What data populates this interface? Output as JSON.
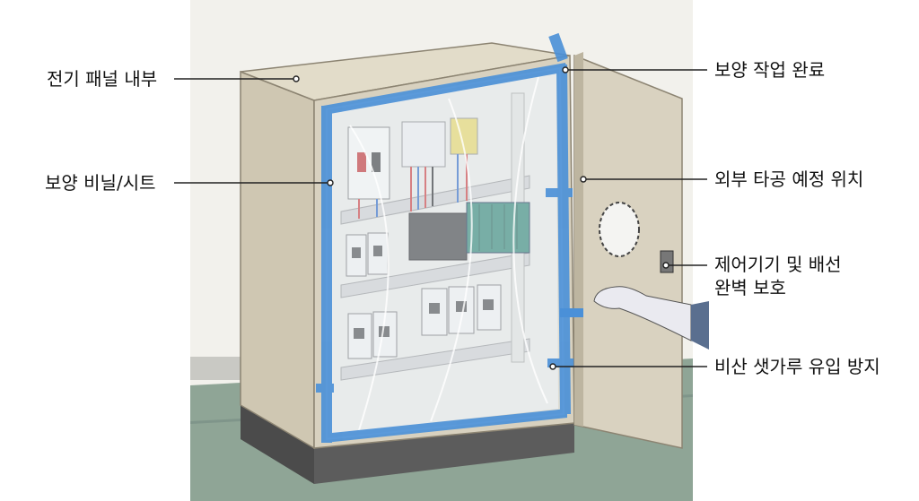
{
  "labels": {
    "panel_interior": "전기 패널 내부",
    "protective_sheet": "보양 비닐/시트",
    "protection_done": "보양 작업 완료",
    "drilling_position": "외부 타공 예정 위치",
    "device_protection_line1": "제어기기 및 배선",
    "device_protection_line2": "완벽 보호",
    "dust_prevention": "비산 샛가루 유입 방지"
  },
  "colors": {
    "cabinet": "#d8d1bf",
    "cabinet_shadow": "#b8b09b",
    "tape": "#4a90d8",
    "floor": "#8fa596",
    "wall": "#c9c9c4",
    "leader": "#222222"
  },
  "icons": [
    "breaker-icon",
    "contactor-icon",
    "plc-module-icon",
    "gloved-hand-icon",
    "door-latch-icon",
    "drill-hole-icon"
  ]
}
